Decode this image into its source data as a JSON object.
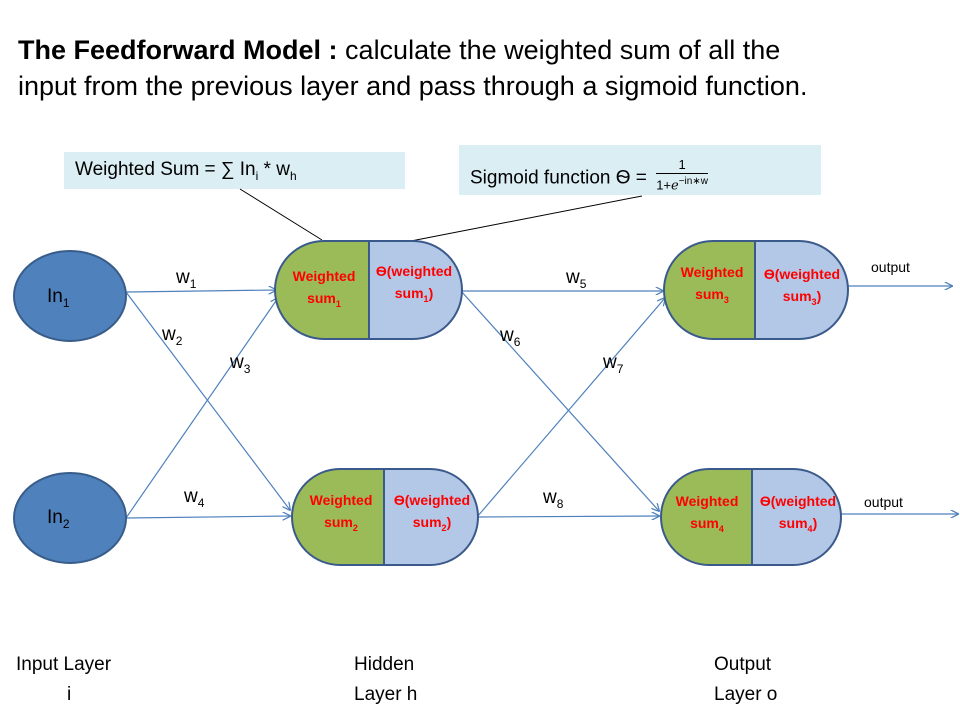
{
  "title": {
    "bold": "The Feedforward Model :",
    "rest": "calculate the weighted sum of all the input from the previous layer and pass through a sigmoid function."
  },
  "callouts": {
    "weighted_sum": {
      "prefix": "Weighted Sum = ∑ In",
      "sub1": "i",
      "mid": " * w",
      "sub2": "h"
    },
    "sigmoid": {
      "prefix": "Sigmoid function Ѳ =",
      "numerator": "1",
      "den_base": "1+",
      "den_e": "e",
      "den_exp": "−in∗w"
    }
  },
  "inputs": [
    {
      "label": "In",
      "sub": "1"
    },
    {
      "label": "In",
      "sub": "2"
    }
  ],
  "nodes": [
    {
      "left": "Weighted",
      "left2": "sum",
      "left_sub": "1",
      "right": "Ѳ(weighted",
      "right2": "sum",
      "right_sub": "1",
      "right_end": ")"
    },
    {
      "left": "Weighted",
      "left2": "sum",
      "left_sub": "2",
      "right": "Ѳ(weighted",
      "right2": "sum",
      "right_sub": "2",
      "right_end": ")"
    },
    {
      "left": "Weighted",
      "left2": "sum",
      "left_sub": "3",
      "right": "Ѳ(weighted",
      "right2": "sum",
      "right_sub": "3",
      "right_end": ")"
    },
    {
      "left": "Weighted",
      "left2": "sum",
      "left_sub": "4",
      "right": "Ѳ(weighted",
      "right2": "sum",
      "right_sub": "4",
      "right_end": ")"
    }
  ],
  "weights": [
    {
      "base": "w",
      "sub": "1"
    },
    {
      "base": "w",
      "sub": "2"
    },
    {
      "base": "w",
      "sub": "3"
    },
    {
      "base": "w",
      "sub": "4"
    },
    {
      "base": "w",
      "sub": "5"
    },
    {
      "base": "w",
      "sub": "6"
    },
    {
      "base": "w",
      "sub": "7"
    },
    {
      "base": "w",
      "sub": "8"
    }
  ],
  "outputs": [
    "output",
    "output"
  ],
  "layers": [
    {
      "line1": "Input Layer",
      "line2": "i"
    },
    {
      "line1": "Hidden",
      "line2": "Layer h"
    },
    {
      "line1": "Output",
      "line2": "Layer o"
    }
  ],
  "colors": {
    "input_fill": "#4f81bd",
    "input_stroke": "#385d8a",
    "node_left": "#9bbb59",
    "node_right": "#b3c7e6",
    "node_stroke": "#3a5a8c",
    "edge": "#4f81bd",
    "node_text": "#ff0000",
    "callout_bg": "#dbeef4"
  }
}
